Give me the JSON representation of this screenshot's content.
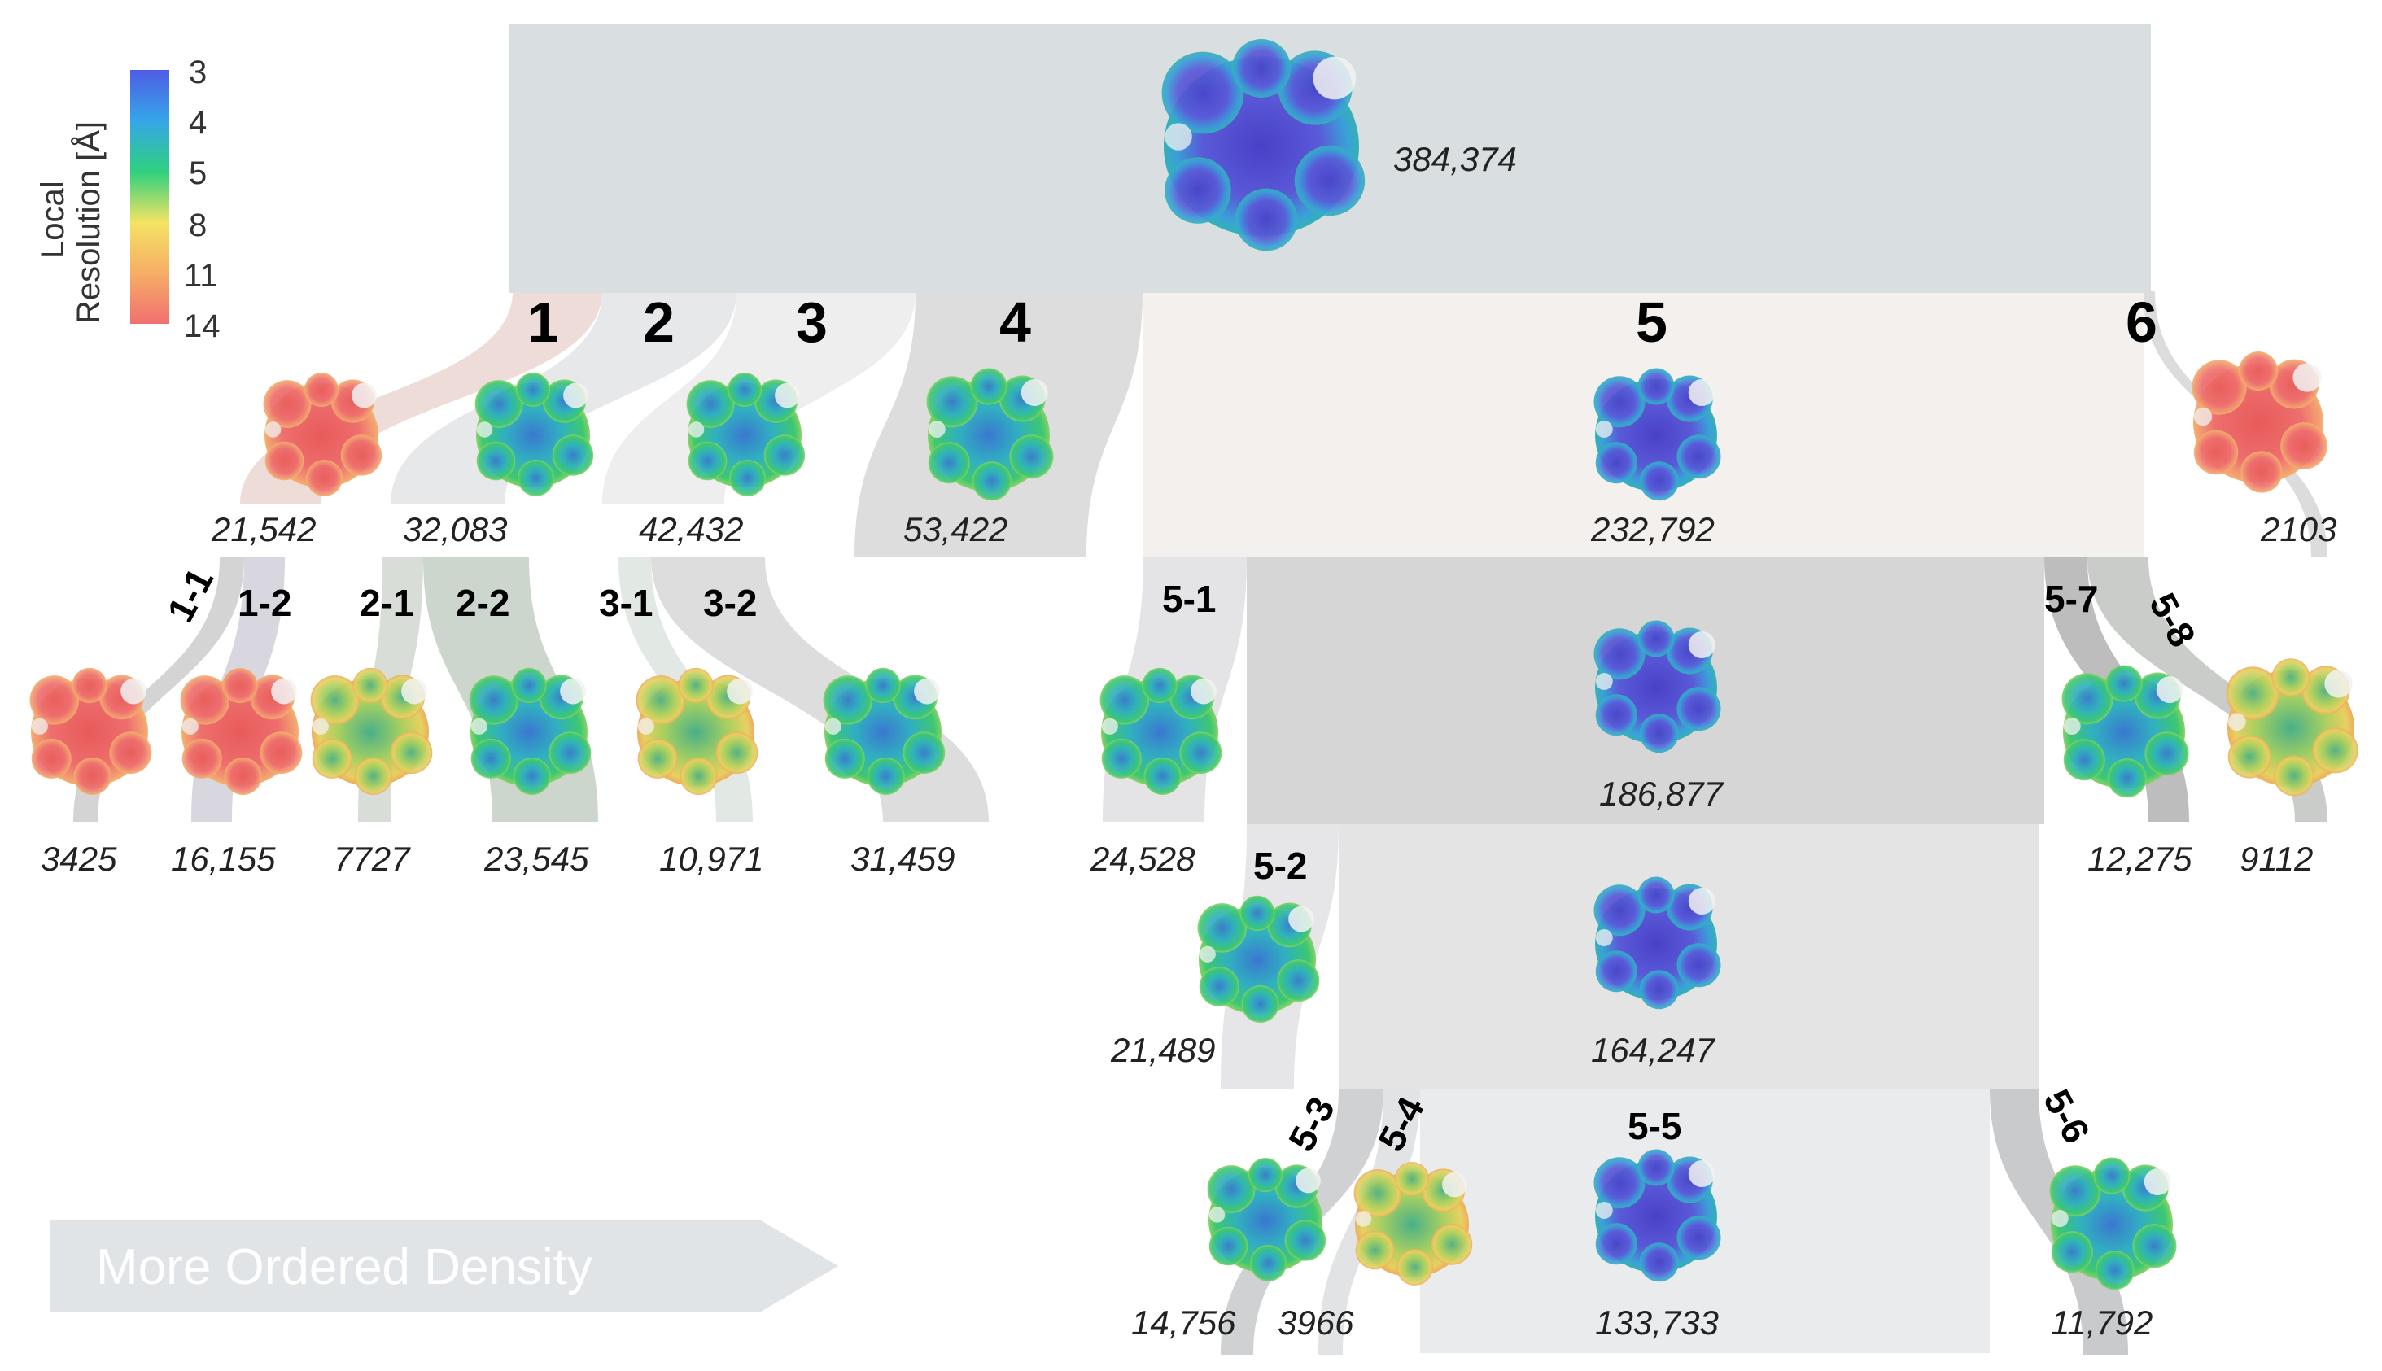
{
  "legend": {
    "title_line1": "Local",
    "title_line2": "Resolution [Å]",
    "ticks": [
      "3",
      "4",
      "5",
      "8",
      "11",
      "14"
    ],
    "colors": [
      "#4f5ce6",
      "#35a6e8",
      "#2fd07f",
      "#f3e363",
      "#f6ae65",
      "#f07070"
    ]
  },
  "arrow": {
    "label": "More Ordered Density"
  },
  "colors": {
    "root_box": "#d9dee0",
    "class5_box": "#f4f0ee",
    "class5_1_box": "#d6d6d6",
    "class5_2_box": "#e4e4e4",
    "class5_5_box": "#e9ebed",
    "arrow_fill": "#e1e4e6"
  },
  "nodes": [
    {
      "id": "root",
      "count": "384,374",
      "res": "high"
    },
    {
      "id": "c1",
      "label": "1",
      "count": "21,542",
      "res": "low"
    },
    {
      "id": "c2",
      "label": "2",
      "count": "32,083",
      "res": "mid"
    },
    {
      "id": "c3",
      "label": "3",
      "count": "42,432",
      "res": "mid"
    },
    {
      "id": "c4",
      "label": "4",
      "count": "53,422",
      "res": "mid"
    },
    {
      "id": "c5",
      "label": "5",
      "count": "232,792",
      "res": "high"
    },
    {
      "id": "c6",
      "label": "6",
      "count": "2103",
      "res": "low"
    },
    {
      "id": "c1_1",
      "label": "1-1",
      "count": "3425",
      "res": "low"
    },
    {
      "id": "c1_2",
      "label": "1-2",
      "count": "16,155",
      "res": "low"
    },
    {
      "id": "c2_1",
      "label": "2-1",
      "count": "7727",
      "res": "midlow"
    },
    {
      "id": "c2_2",
      "label": "2-2",
      "count": "23,545",
      "res": "mid"
    },
    {
      "id": "c3_1",
      "label": "3-1",
      "count": "10,971",
      "res": "midlow"
    },
    {
      "id": "c3_2",
      "label": "3-2",
      "count": "31,459",
      "res": "mid"
    },
    {
      "id": "c5_1",
      "label": "5-1",
      "count": "24,528",
      "res": "mid"
    },
    {
      "id": "c5_1m",
      "count": "186,877",
      "res": "high"
    },
    {
      "id": "c5_7",
      "label": "5-7",
      "count": "12,275",
      "res": "mid"
    },
    {
      "id": "c5_8",
      "label": "5-8",
      "count": "9112",
      "res": "midlow"
    },
    {
      "id": "c5_2",
      "label": "5-2",
      "count": "21,489",
      "res": "mid"
    },
    {
      "id": "c5_2m",
      "count": "164,247",
      "res": "high"
    },
    {
      "id": "c5_3",
      "label": "5-3",
      "count": "14,756",
      "res": "mid"
    },
    {
      "id": "c5_4",
      "label": "5-4",
      "count": "3966",
      "res": "midlow"
    },
    {
      "id": "c5_5",
      "label": "5-5",
      "count": "133,733",
      "res": "high"
    },
    {
      "id": "c5_6",
      "label": "5-6",
      "count": "11,792",
      "res": "mid"
    }
  ]
}
